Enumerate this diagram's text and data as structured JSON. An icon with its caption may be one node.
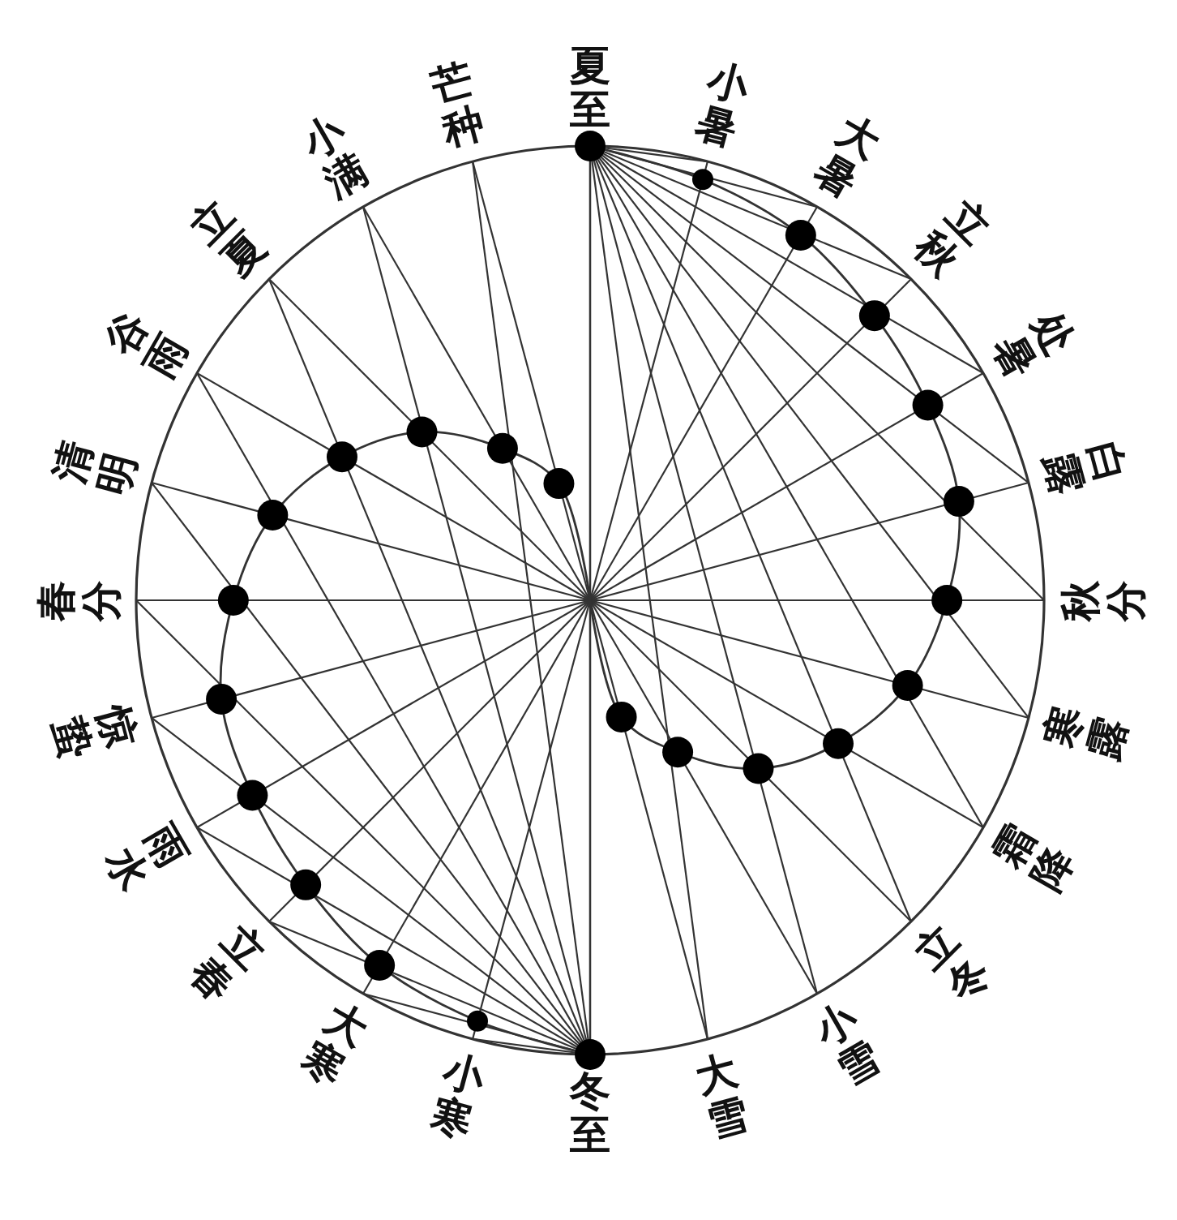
{
  "diagram": {
    "labels": [
      "夏至",
      "小暑",
      "大暑",
      "立秋",
      "处暑",
      "白露",
      "秋分",
      "寒露",
      "霜降",
      "立冬",
      "小雪",
      "大雪",
      "冬至",
      "小寒",
      "大寒",
      "立春",
      "雨水",
      "惊蛰",
      "春分",
      "清明",
      "谷雨",
      "立夏",
      "小满",
      "芒种"
    ]
  }
}
